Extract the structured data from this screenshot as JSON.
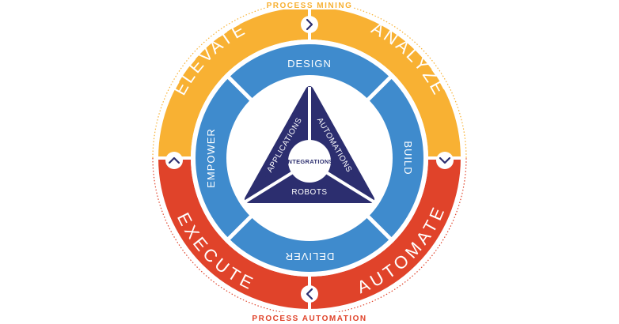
{
  "edge_labels": {
    "top": "PROCESS MINING",
    "bottom": "PROCESS AUTOMATION"
  },
  "outer_ring": {
    "elevate": "ELEVATE",
    "analyze": "ANALYZE",
    "execute": "EXECUTE",
    "automate": "AUTOMATE"
  },
  "middle_ring": {
    "design": "DESIGN",
    "build": "BUILD",
    "deliver": "DELIVER",
    "empower": "EMPOWER"
  },
  "triangle": {
    "applications": "APPLICATIONS",
    "automations": "AUTOMATIONS",
    "robots": "ROBOTS",
    "center": "INTEGRATIONS"
  },
  "colors": {
    "orange": "#f8b133",
    "red": "#e0432a",
    "blue": "#3f8bcd",
    "navy": "#2c2e6f"
  }
}
